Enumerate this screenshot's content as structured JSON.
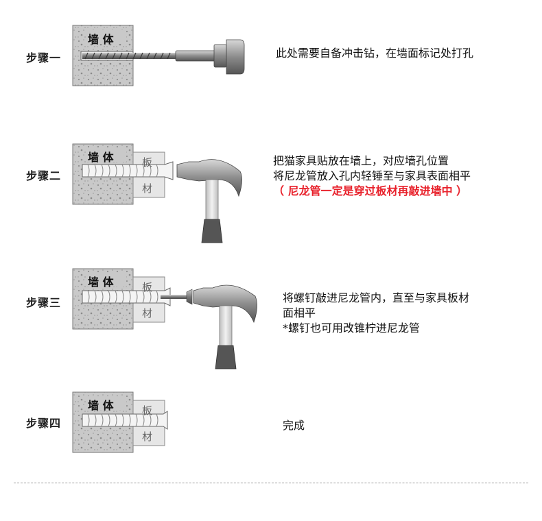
{
  "steps": [
    {
      "label": "步骤一",
      "wall_text": "墙 体",
      "lines": [
        "此处需要自备冲击钻，在墙面标记处打孔"
      ]
    },
    {
      "label": "步骤二",
      "wall_text": "墙 体",
      "board_top": "板",
      "board_bottom": "材",
      "lines": [
        "把猫家具贴放在墙上，对应墙孔位置",
        "将尼龙管放入孔内轻锤至与家具表面相平"
      ],
      "warning": "（ 尼龙管一定是穿过板材再敲进墙中 ）"
    },
    {
      "label": "步骤三",
      "wall_text": "墙 体",
      "board_top": "板",
      "board_bottom": "材",
      "lines": [
        "将螺钉敲进尼龙管内，直至与家具板材",
        "面相平",
        "*螺钉也可用改锥柠进尼龙管"
      ]
    },
    {
      "label": "步骤四",
      "wall_text": "墙 体",
      "board_top": "板",
      "board_bottom": "材",
      "lines": [
        "完成"
      ]
    }
  ],
  "colors": {
    "wall": "#c9c9c9",
    "board": "#e6e6e6",
    "metal": "#8a8a8a",
    "warning": "#e8202a"
  }
}
